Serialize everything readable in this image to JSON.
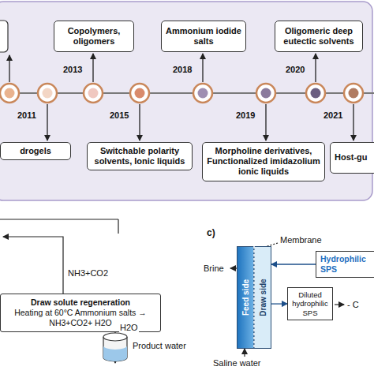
{
  "diagram": {
    "nodes": [
      {
        "text": [
          "drogels"
        ]
      },
      {
        "text": [
          "Copolymers, oligomers"
        ]
      },
      {
        "text": [
          "Switchable polarity solvents, Ionic liquids"
        ]
      },
      {
        "text": [
          "Ammonium iodide salts"
        ]
      },
      {
        "text": [
          "Morpholine derivatives, Functionalized imidazolium ionic liquids"
        ]
      },
      {
        "text": [
          "Oligomeric deep eutectic solvents"
        ]
      },
      {
        "text": [
          "Host-gu"
        ]
      },
      {
        "text": [
          "Draw solute regeneration",
          "Heating at 60°C Ammonium salts → NH3+CO2+ H2O"
        ]
      },
      {
        "text": [
          "Product water"
        ]
      },
      {
        "text": [
          "Feed side",
          "Draw side"
        ]
      },
      {
        "text": [
          "Hydrophilic SPS"
        ]
      },
      {
        "text": [
          "Diluted hydrophilic SPS"
        ]
      }
    ],
    "edges": [
      {
        "from": 7,
        "to": 8,
        "label": "H2O",
        "arrow": "to"
      },
      {
        "from": 10,
        "to": 9,
        "arrow": "to"
      },
      {
        "from": 9,
        "to": 11,
        "arrow": "to"
      }
    ],
    "labels": [
      "2011",
      "2013",
      "2015",
      "2018",
      "2019",
      "2020",
      "2021",
      "NH3+CO2",
      "c)",
      "Membrane",
      "Brine",
      "Saline water",
      "- C"
    ]
  }
}
